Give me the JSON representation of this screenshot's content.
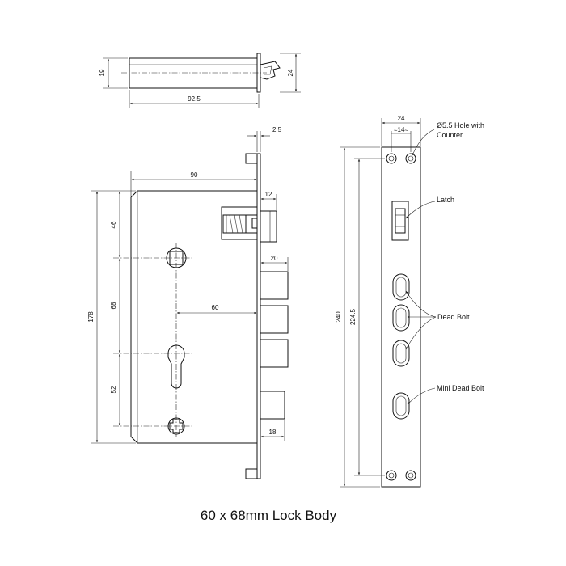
{
  "caption": "60 x 68mm Lock Body",
  "top_view": {
    "dim_height": "19",
    "dim_latch": "24",
    "dim_length": "92.5"
  },
  "front_view": {
    "dim_faceplate_thickness": "2.5",
    "dim_backset_width": "90",
    "dim_latch_projection": "12",
    "dim_bolt_projection": "20",
    "dim_spindle_to_cylinder": "68",
    "dim_spindle_to_top": "46",
    "dim_cylinder_to_screw": "52",
    "dim_total_height": "178",
    "dim_backset": "60",
    "dim_mini_bolt": "18"
  },
  "faceplate_view": {
    "dim_width": "24",
    "dim_hole_spacing": "≈14≈",
    "dim_total_length": "240",
    "dim_hole_length": "224.5",
    "callouts": {
      "hole": [
        "Ø5.5 Hole with",
        "Counter"
      ],
      "latch": "Latch",
      "dead_bolt": "Dead Bolt",
      "mini_dead_bolt": "Mini Dead Bolt"
    }
  }
}
